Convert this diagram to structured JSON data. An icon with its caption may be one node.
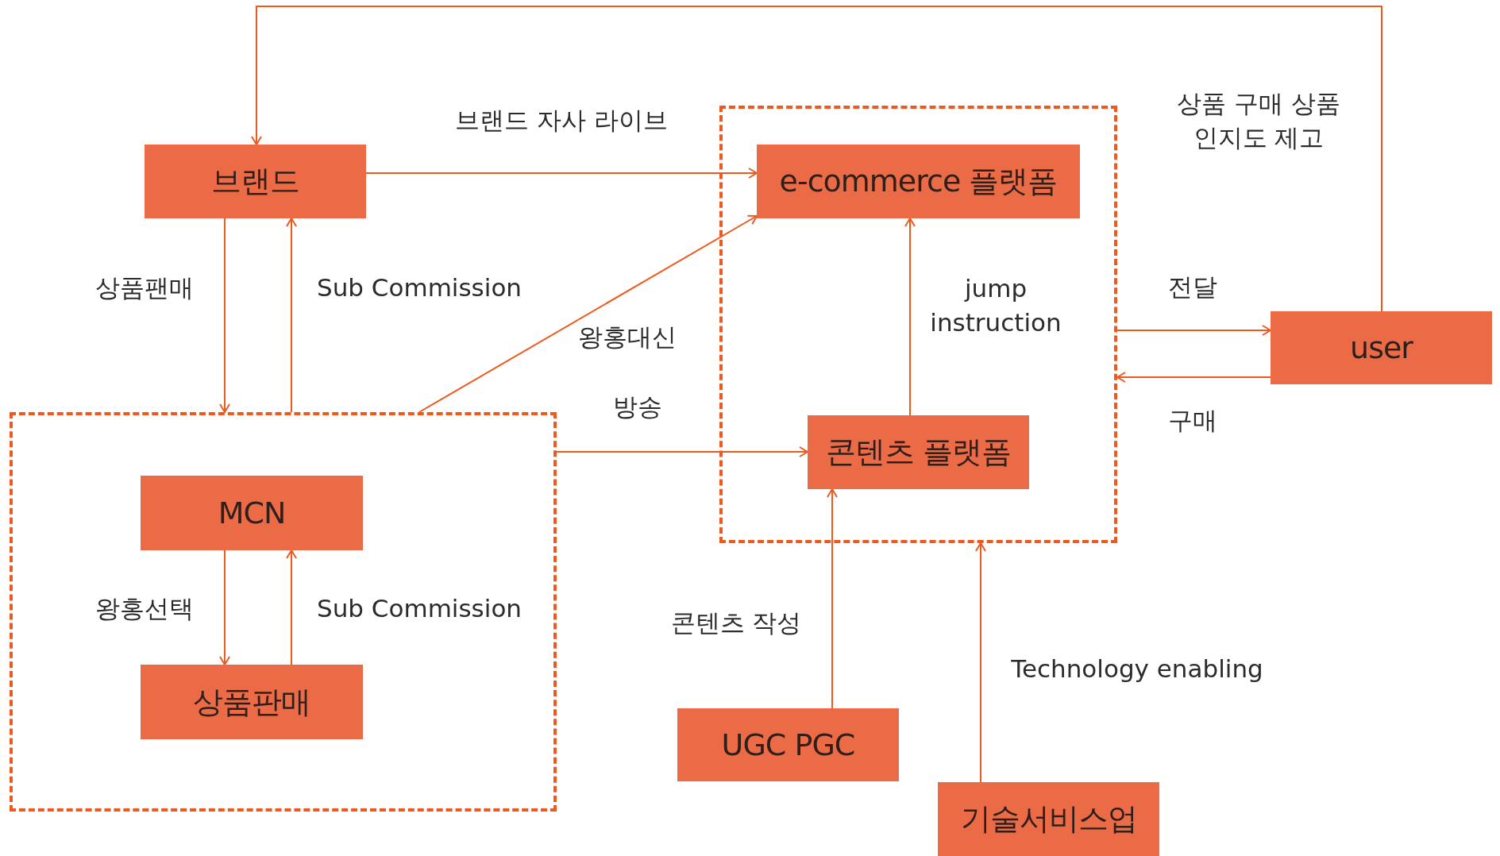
{
  "diagram": {
    "nodes": [
      {
        "text": [
          "브랜드"
        ]
      },
      {
        "text": [],
        "shape": "box"
      },
      {
        "text": [
          "MCN"
        ],
        "in": 1
      },
      {
        "text": [
          "상품판매"
        ],
        "in": 1
      },
      {
        "text": [],
        "shape": "box"
      },
      {
        "text": [
          "e-commerce 플랫폼"
        ],
        "in": 4
      },
      {
        "text": [
          "콘텐츠 플랫폼"
        ],
        "in": 4
      },
      {
        "text": [
          "user"
        ]
      },
      {
        "text": [
          "UGC PGC"
        ]
      },
      {
        "text": [
          "기술서비스업"
        ]
      }
    ],
    "edges": [
      {
        "from": 7,
        "to": 0,
        "arrow": "to",
        "label": "상품 구매 상품 인지도 제고"
      },
      {
        "from": 0,
        "to": 5,
        "arrow": "to",
        "label": "브랜드 자사 라이브"
      },
      {
        "from": 0,
        "to": 1,
        "arrow": "to",
        "label": "상품팬매"
      },
      {
        "from": 1,
        "to": 0,
        "arrow": "to",
        "label": "Sub Commission"
      },
      {
        "from": 1,
        "to": 5,
        "arrow": "to",
        "label": "왕홍대신"
      },
      {
        "from": 1,
        "to": 6,
        "arrow": "to",
        "label": "방송"
      },
      {
        "from": 2,
        "to": 3,
        "arrow": "to",
        "label": "왕홍선택"
      },
      {
        "from": 3,
        "to": 2,
        "arrow": "to",
        "label": "Sub Commission"
      },
      {
        "from": 6,
        "to": 5,
        "arrow": "to",
        "label": "jump instruction"
      },
      {
        "from": 4,
        "to": 7,
        "arrow": "to",
        "label": "전달"
      },
      {
        "from": 7,
        "to": 4,
        "arrow": "to",
        "label": "구매"
      },
      {
        "from": 8,
        "to": 6,
        "arrow": "to",
        "label": "콘텐츠 작성"
      },
      {
        "from": 9,
        "to": 4,
        "arrow": "to",
        "label": "Technology enabling"
      }
    ]
  }
}
